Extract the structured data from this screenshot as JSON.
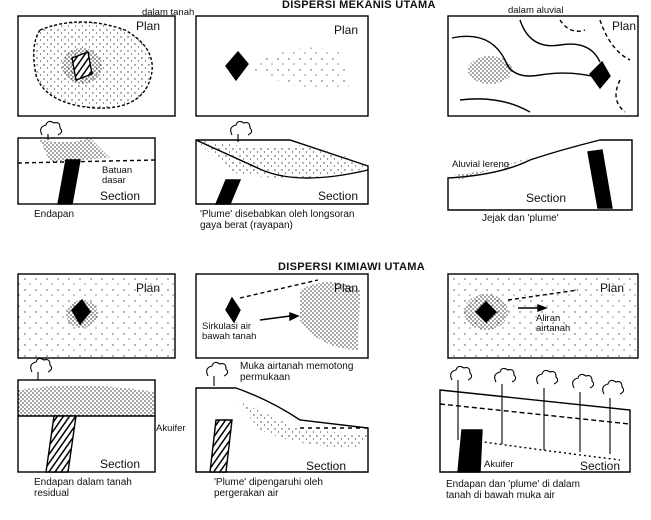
{
  "titles": {
    "mechanical": "DISPERSI MEKANIS UTAMA",
    "chemical": "DISPERSI KIMIAWI UTAMA",
    "in_soil": "dalam tanah",
    "in_alluvial": "dalam aluvial"
  },
  "labels": {
    "plan": "Plan",
    "section": "Section",
    "bedrock": "Batuan dasar",
    "slope_alluvium": "Aluvial lereng",
    "water_circulation": "Sirkulasi air bawah tanah",
    "groundwater_flow": "Aliran airtanah",
    "aquifer": "Akuifer"
  },
  "captions": {
    "deposit": "Endapan",
    "plume_gravity": "'Plume' disebabkan oleh longsoran gaya berat (rayapan)",
    "trace_plume": "Jejak dan 'plume'",
    "water_table": "Muka airtanah memotong permukaan",
    "residual_deposit": "Endapan dalam tanah residual",
    "plume_water": "'Plume' dipengaruhi oleh pergerakan air",
    "deposit_plume_soil": "Endapan dan 'plume' di dalam tanah di bawah muka air"
  }
}
